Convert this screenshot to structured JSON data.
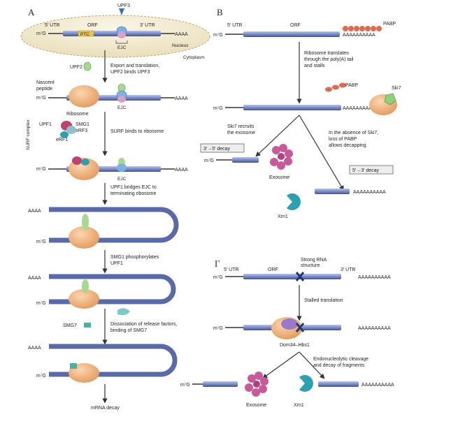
{
  "panels": {
    "A": {
      "letter": "A",
      "utr5": "5′ UTR",
      "orf": "ORF",
      "utr3": "3′ UTR",
      "upf3": "UPF3",
      "ptc": "PTC",
      "ejc": "EJC",
      "nucleus": "Nucleus",
      "cytoplasm": "Cytoplasm",
      "cap": "m⁷G",
      "polya": "AAAA",
      "upf2": "UPF2",
      "nascent_peptide": [
        "Nascent",
        "peptide"
      ],
      "ribosome": "Ribosome",
      "surf_complex": "SURF complex",
      "upf1": "UPF1",
      "smg1": "SMG1",
      "erf3": "eRF3",
      "erf1": "eRF1",
      "smg7": "SMG7",
      "steps": {
        "export": [
          "Export and translation,",
          "UPF2 binds UPF3"
        ],
        "surf": [
          "SURF binds to ribosome"
        ],
        "bridge": [
          "UPF1 bridges EJC to",
          "terminating ribosome"
        ],
        "phos": [
          "SMG1 phosphorylates",
          "UPF1"
        ],
        "dissoc": [
          "Dissociation of release factors,",
          "binding of SMG7"
        ],
        "decay": [
          "mRNA decay"
        ]
      }
    },
    "B": {
      "letter": "B",
      "utr5": "5′ UTR",
      "orf": "ORF",
      "pabp": "PABP",
      "cap": "m⁷G",
      "polya": "AAAAAAAAAA",
      "polya_short": "AAAAAAAAA",
      "ski7": "Ski7",
      "steps": {
        "translate": [
          "Ribosome translates",
          "through the poly(A) tail",
          "and stalls"
        ],
        "ski7_recruits": [
          "Ski7 recruits",
          "the exosome"
        ],
        "absence": [
          "In the absence of Ski7,",
          "loss of PABP",
          "allows decapping"
        ]
      },
      "decay35": "3′→5′ decay",
      "decay53": "5′→3′ decay",
      "exosome": "Exosome",
      "xrn1": "Xrn1"
    },
    "G": {
      "letter": "Γ",
      "utr5": "5′ UTR",
      "orf": "ORF",
      "utr3": "3′ UTR",
      "strong_rna": [
        "Strong RNA",
        "structure"
      ],
      "cap": "m⁷G",
      "polya": "AAAAAAAAAA",
      "stalled": "Stalled translation",
      "dom34": "Dom34–Hbs1",
      "endo": [
        "Endonucleolytic cleavage",
        "and decay of fragments"
      ],
      "exosome": "Exosome",
      "xrn1": "Xrn1"
    }
  },
  "colors": {
    "mrna": "#4a5a9a",
    "mrna_light": "#8f9fd0",
    "ribosome": "#f2b27a",
    "ribosome_dark": "#d98a4c",
    "exosome": "#c95a9a",
    "xrn1": "#2aa0b0",
    "pabp": "#e06a50",
    "upf": "#9fd08a",
    "nucleus": "#f3ecd2"
  }
}
